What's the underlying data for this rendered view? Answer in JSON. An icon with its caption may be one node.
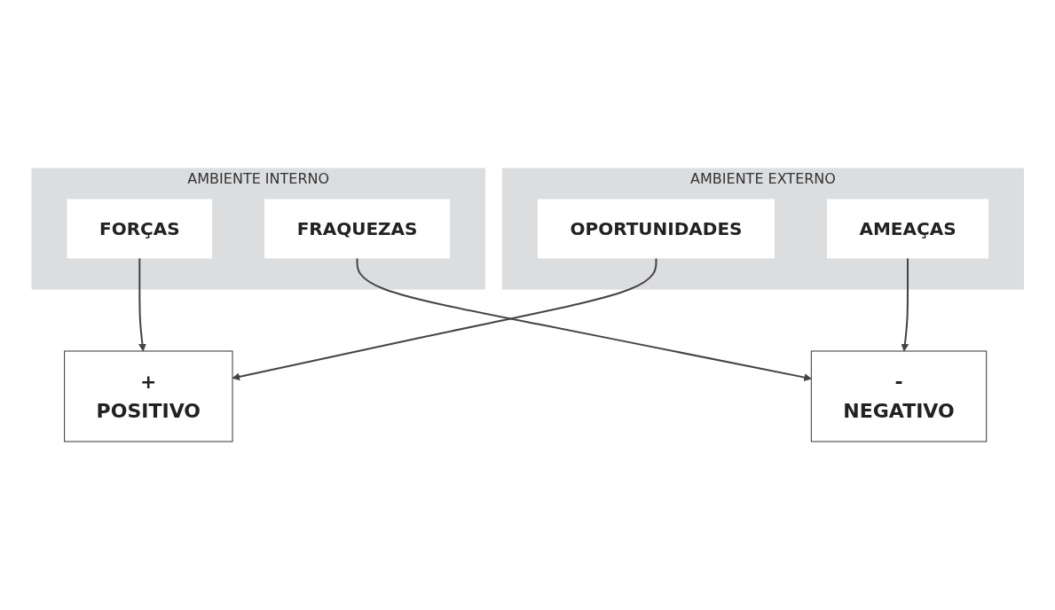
{
  "diagram": {
    "nodes": [
      {
        "text": [
          "AMBIENTE INTERNO"
        ]
      },
      {
        "text": [
          "FORÇAS"
        ],
        "in": 0
      },
      {
        "text": [
          "FRAQUEZAS"
        ],
        "in": 0
      },
      {
        "text": [
          "AMBIENTE EXTERNO"
        ]
      },
      {
        "text": [
          "OPORTUNIDADES"
        ],
        "in": 3
      },
      {
        "text": [
          "AMEAÇAS"
        ],
        "in": 3
      },
      {
        "text": [
          "+",
          "POSITIVO"
        ]
      },
      {
        "text": [
          "-",
          "NEGATIVO"
        ]
      }
    ],
    "edges": [
      {
        "from": 1,
        "to": 6,
        "arrow": "to"
      },
      {
        "from": 2,
        "to": 7,
        "arrow": "to"
      },
      {
        "from": 4,
        "to": 6,
        "arrow": "to"
      },
      {
        "from": 5,
        "to": 7,
        "arrow": "to"
      }
    ]
  }
}
